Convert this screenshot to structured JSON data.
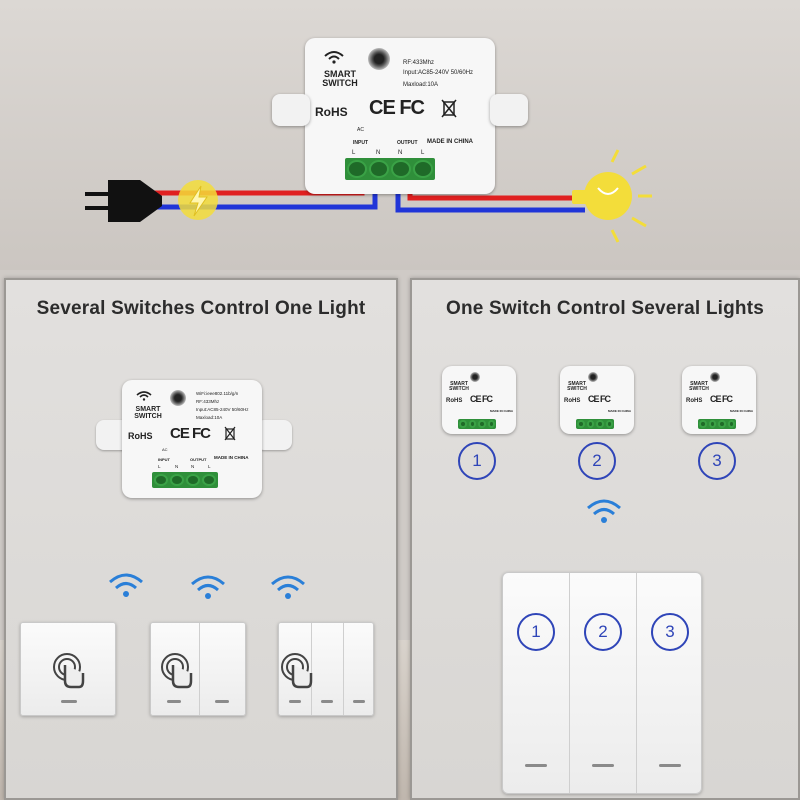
{
  "top_module": {
    "label": "SMART SWITCH",
    "rohs": "RoHS",
    "ce_fc": "CE FC",
    "spec_rf": "RF:433Mhz",
    "spec_input": "Input:AC85-240V 50/60Hz",
    "spec_load": "Maxload:10A",
    "ac": "AC",
    "input": "INPUT",
    "output": "OUTPUT",
    "made_in": "MADE IN CHINA",
    "terminals": [
      "L",
      "N",
      "N",
      "L"
    ]
  },
  "left_panel": {
    "title": "Several Switches Control One Light",
    "module": {
      "label": "SMART SWITCH",
      "rohs": "RoHS",
      "ce_fc": "CE FC",
      "spec_wifi": "WiFi:ieee802.11b/g/n",
      "spec_rf": "RF:433Mhz",
      "spec_input": "Input:AC85-240V 50/60Hz",
      "spec_load": "Maxload:10A",
      "ac": "AC",
      "input": "INPUT",
      "output": "OUTPUT",
      "made_in": "MADE IN CHINA",
      "terminals": [
        "L",
        "N",
        "N",
        "L"
      ]
    }
  },
  "right_panel": {
    "title": "One Switch Control Several Lights",
    "modules": [
      {
        "label": "SMART SWITCH",
        "rohs": "RoHS",
        "ce_fc": "CE FC",
        "made_in": "MADE IN CHINA"
      },
      {
        "label": "SMART SWITCH",
        "rohs": "RoHS",
        "ce_fc": "CE FC",
        "made_in": "MADE IN CHINA"
      },
      {
        "label": "SMART SWITCH",
        "rohs": "RoHS",
        "ce_fc": "CE FC",
        "made_in": "MADE IN CHINA"
      }
    ],
    "module_numbers": [
      "1",
      "2",
      "3"
    ],
    "button_numbers": [
      "1",
      "2",
      "3"
    ]
  },
  "colors": {
    "live_wire": "#e02020",
    "neutral_wire": "#2035d8",
    "number_blue": "#2f45b8",
    "wifi_blue": "#2a7fd8",
    "bulb_yellow": "#f3dd3a",
    "terminal_green": "#2f8f3a"
  },
  "icons": [
    "plug-icon",
    "lightning-icon",
    "bulb-icon",
    "wifi-icon",
    "touch-icon",
    "recycle-bin-icon"
  ]
}
